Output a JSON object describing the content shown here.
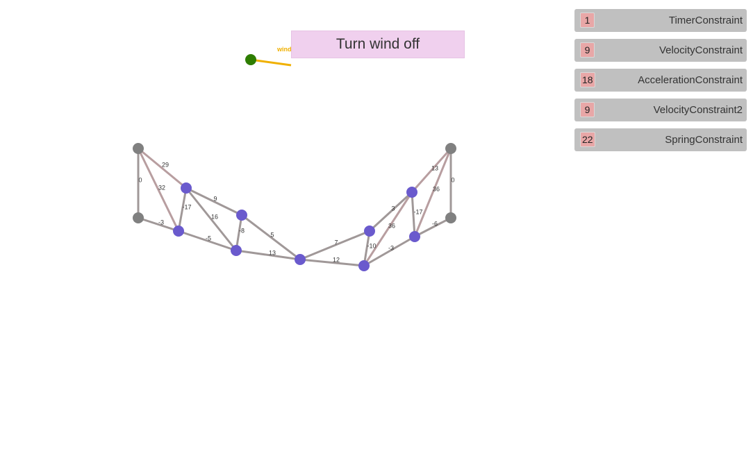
{
  "wind": {
    "button_label": "Turn wind off",
    "indicator_label": "wind",
    "indicator_color": "#f0b000",
    "anchor_color": "#2e7d00",
    "button_color": "#f0d0ee"
  },
  "colors": {
    "fixed_node": "#808080",
    "free_node": "#6a5acd",
    "edge": "#a09898",
    "edge_diagonal": "#b89ea0"
  },
  "constraints": [
    {
      "count": "1",
      "name": "TimerConstraint"
    },
    {
      "count": "9",
      "name": "VelocityConstraint"
    },
    {
      "count": "18",
      "name": "AccelerationConstraint"
    },
    {
      "count": "9",
      "name": "VelocityConstraint2"
    },
    {
      "count": "22",
      "name": "SpringConstraint"
    }
  ],
  "graph": {
    "edges": [
      {
        "id": "e1",
        "label": "0"
      },
      {
        "id": "e2",
        "label": "29"
      },
      {
        "id": "e3",
        "label": "32"
      },
      {
        "id": "e4",
        "label": "-3"
      },
      {
        "id": "e5",
        "label": "-17"
      },
      {
        "id": "e6",
        "label": "9"
      },
      {
        "id": "e7",
        "label": "16"
      },
      {
        "id": "e8",
        "label": "-5"
      },
      {
        "id": "e9",
        "label": "-8"
      },
      {
        "id": "e10",
        "label": "5"
      },
      {
        "id": "e11",
        "label": "13"
      },
      {
        "id": "e12",
        "label": "7"
      },
      {
        "id": "e13",
        "label": "12"
      },
      {
        "id": "e14",
        "label": "-10"
      },
      {
        "id": "e15",
        "label": "36"
      },
      {
        "id": "e16",
        "label": "3"
      },
      {
        "id": "e17",
        "label": "-3"
      },
      {
        "id": "e18",
        "label": "-17"
      },
      {
        "id": "e19",
        "label": "13"
      },
      {
        "id": "e20",
        "label": "36"
      },
      {
        "id": "e21",
        "label": "0"
      },
      {
        "id": "e22",
        "label": "-6"
      }
    ]
  }
}
